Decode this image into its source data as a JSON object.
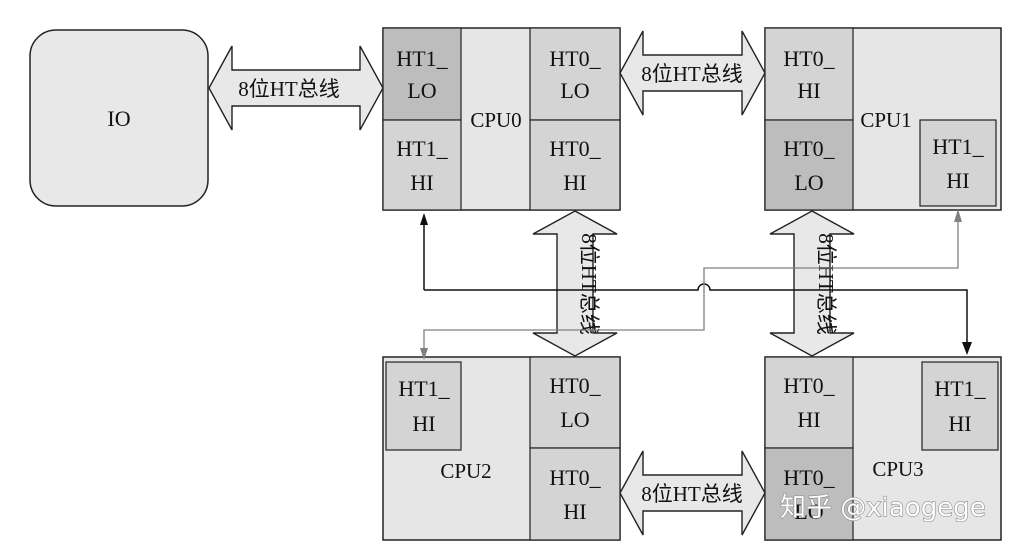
{
  "io": {
    "label": "IO"
  },
  "cpus": [
    {
      "name": "CPU0",
      "ports": [
        {
          "line1": "HT1_",
          "line2": "LO"
        },
        {
          "line1": "HT0_",
          "line2": "LO"
        },
        {
          "line1": "HT1_",
          "line2": "HI"
        },
        {
          "line1": "HT0_",
          "line2": "HI"
        }
      ]
    },
    {
      "name": "CPU1",
      "ports": [
        {
          "line1": "HT0_",
          "line2": "HI"
        },
        {
          "line1": "HT0_",
          "line2": "LO"
        },
        {
          "line1": "HT1_",
          "line2": "HI"
        }
      ]
    },
    {
      "name": "CPU2",
      "ports": [
        {
          "line1": "HT1_",
          "line2": "HI"
        },
        {
          "line1": "HT0_",
          "line2": "LO"
        },
        {
          "line1": "HT0_",
          "line2": "HI"
        }
      ]
    },
    {
      "name": "CPU3",
      "ports": [
        {
          "line1": "HT0_",
          "line2": "HI"
        },
        {
          "line1": "HT1_",
          "line2": "HI"
        },
        {
          "line1": "HT0_",
          "line2": "LO"
        }
      ]
    }
  ],
  "bus_label": "8位HT总线",
  "watermark": "知乎 @xiaogege",
  "colors": {
    "dark_port": "#bdbdbd",
    "port": "#d4d4d4",
    "cpu_body": "#e6e6e6",
    "io_box": "#e8e8e8",
    "thin_line": "#808080"
  }
}
